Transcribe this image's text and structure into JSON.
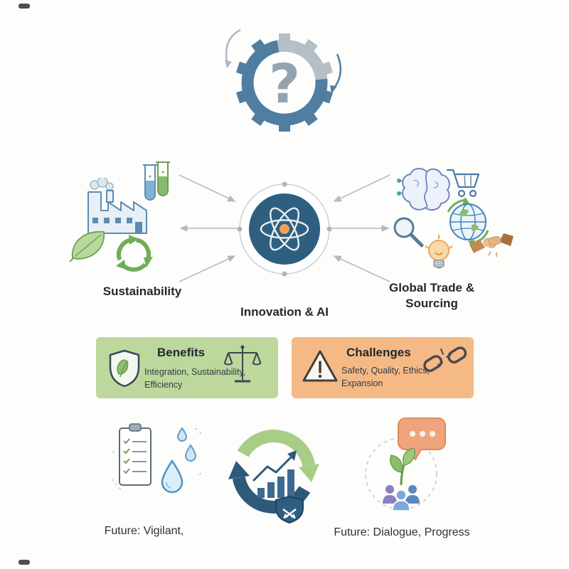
{
  "hub": {
    "label": "Innovation & AI"
  },
  "clusters": {
    "left_label": "Sustainability",
    "right_label": "Global Trade & Sourcing"
  },
  "benefits": {
    "title": "Benefits",
    "description": "Integration, Sustainability, Efficiency",
    "bg_color": "#bcd89c"
  },
  "challenges": {
    "title": "Challenges",
    "description": "Safety, Quality, Ethics, Expansion",
    "bg_color": "#f5b986"
  },
  "footer": {
    "left_label": "Future: Vigilant,",
    "right_label": "Future: Dialogue, Progress"
  },
  "colors": {
    "hub_fill": "#2f5f80",
    "nucleus_orange": "#f0a054",
    "steel_blue": "#4f7ea0",
    "green_accent": "#6fae57",
    "navy": "#2e5a7a",
    "arrow_gray": "#b2bac1",
    "text": "#24292e"
  },
  "icon_names": [
    "gear-question-icon",
    "atom-hub-icon",
    "factory-icon",
    "test-tubes-icon",
    "leaf-icon",
    "recycling-icon",
    "brain-circuit-icon",
    "shopping-cart-icon",
    "globe-recycle-icon",
    "handshake-icon",
    "magnifier-icon",
    "lightbulb-icon",
    "shield-leaf-icon",
    "scales-icon",
    "warning-triangle-icon",
    "broken-chain-icon",
    "checklist-clipboard-icon",
    "water-drops-icon",
    "cycle-arrows-icon",
    "bar-chart-icon",
    "shield-arrows-icon",
    "speech-bubble-icon",
    "sprout-people-icon"
  ]
}
